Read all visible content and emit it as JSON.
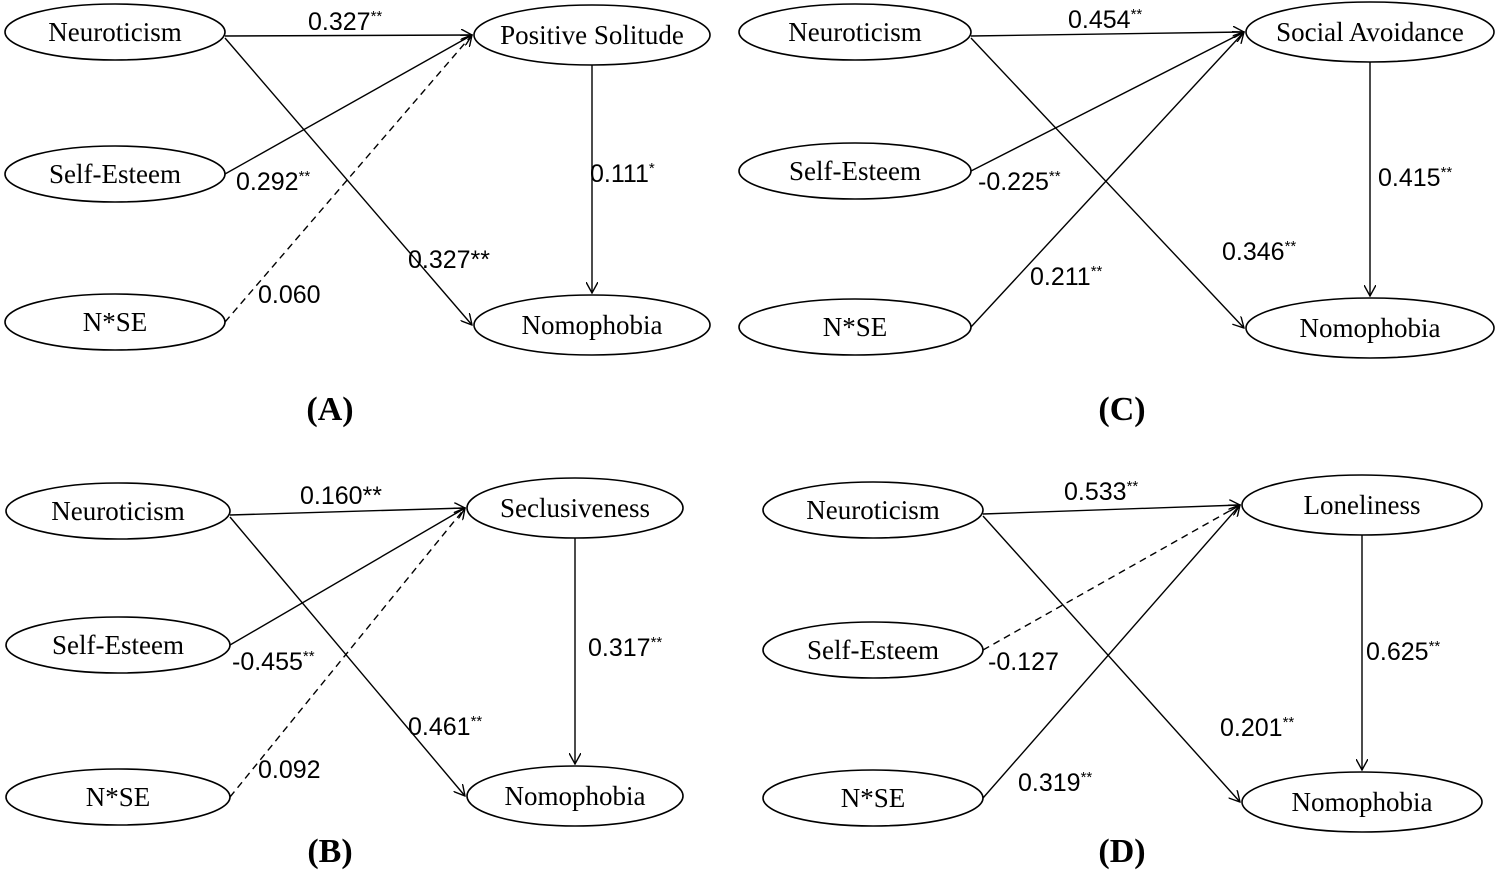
{
  "panels": [
    {
      "label": "(A)",
      "nodes": {
        "neuroticism": "Neuroticism",
        "self_esteem": "Self-Esteem",
        "interaction": "N*SE",
        "mediator": "Positive Solitude",
        "outcome": "Nomophobia"
      },
      "paths": {
        "n_to_m": {
          "value": "0.327",
          "sig": "**",
          "dashed": false
        },
        "se_to_m": {
          "value": "0.292",
          "sig": "**",
          "dashed": false
        },
        "nse_to_m": {
          "value": "0.060",
          "sig": "",
          "dashed": true
        },
        "n_to_y": {
          "value": "0.327**",
          "sig": "",
          "dashed": false
        },
        "m_to_y": {
          "value": "0.111",
          "sig": "*",
          "dashed": false
        }
      }
    },
    {
      "label": "(C)",
      "nodes": {
        "neuroticism": "Neuroticism",
        "self_esteem": "Self-Esteem",
        "interaction": "N*SE",
        "mediator": "Social Avoidance",
        "outcome": "Nomophobia"
      },
      "paths": {
        "n_to_m": {
          "value": "0.454",
          "sig": "**",
          "dashed": false
        },
        "se_to_m": {
          "value": "-0.225",
          "sig": "**",
          "dashed": false
        },
        "nse_to_m": {
          "value": "0.211",
          "sig": "**",
          "dashed": false
        },
        "n_to_y": {
          "value": "0.346",
          "sig": "**",
          "dashed": false
        },
        "m_to_y": {
          "value": "0.415",
          "sig": "**",
          "dashed": false
        }
      }
    },
    {
      "label": "(B)",
      "nodes": {
        "neuroticism": "Neuroticism",
        "self_esteem": "Self-Esteem",
        "interaction": "N*SE",
        "mediator": "Seclusiveness",
        "outcome": "Nomophobia"
      },
      "paths": {
        "n_to_m": {
          "value": "0.160**",
          "sig": "",
          "dashed": false
        },
        "se_to_m": {
          "value": "-0.455",
          "sig": "**",
          "dashed": false
        },
        "nse_to_m": {
          "value": "0.092",
          "sig": "",
          "dashed": true
        },
        "n_to_y": {
          "value": "0.461",
          "sig": "**",
          "dashed": false
        },
        "m_to_y": {
          "value": "0.317",
          "sig": "**",
          "dashed": false
        }
      }
    },
    {
      "label": "(D)",
      "nodes": {
        "neuroticism": "Neuroticism",
        "self_esteem": "Self-Esteem",
        "interaction": "N*SE",
        "mediator": "Loneliness",
        "outcome": "Nomophobia"
      },
      "paths": {
        "n_to_m": {
          "value": "0.533",
          "sig": "**",
          "dashed": false
        },
        "se_to_m": {
          "value": "-0.127",
          "sig": "",
          "dashed": true
        },
        "nse_to_m": {
          "value": "0.319",
          "sig": "**",
          "dashed": false
        },
        "n_to_y": {
          "value": "0.201",
          "sig": "**",
          "dashed": false
        },
        "m_to_y": {
          "value": "0.625",
          "sig": "**",
          "dashed": false
        }
      }
    }
  ]
}
